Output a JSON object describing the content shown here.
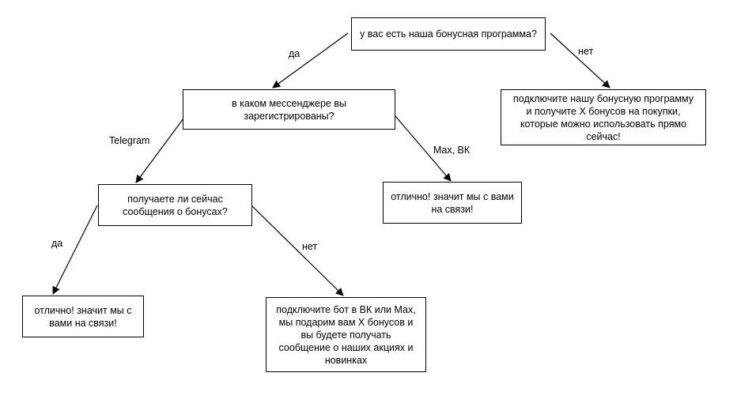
{
  "colors": {
    "stroke": "#000000",
    "background": "#ffffff"
  },
  "nodes": {
    "root": "у вас есть наша бонусная программа?",
    "messenger": "в каком мессенджере вы зарегистрированы?",
    "connect_program": "подключите нашу бонусную программу и получите Х бонусов на покупки, которые можно использовать прямо сейчас!",
    "receive_messages": "получаете ли сейчас сообщения о бонусах?",
    "connected_max_vk": "отлично! значит мы с вами на связи!",
    "connected_yes": "отлично! значит мы с вами на связи!",
    "connect_bot": "подключите бот в ВК или Мах, мы подарим вам Х бонусов и вы будете получать сообщение о наших акциях и новинках"
  },
  "edge_labels": {
    "root_yes": "да",
    "root_no": "нет",
    "telegram": "Telegram",
    "max_vk": "Max, ВК",
    "receive_yes": "да",
    "receive_no": "нет"
  }
}
